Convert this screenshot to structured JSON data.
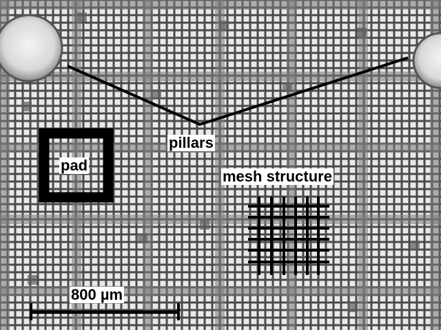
{
  "labels": {
    "pillars": "pillars",
    "pad": "pad",
    "mesh": "mesh structure",
    "scale_bar": "800 µm"
  },
  "colors": {
    "background": "#9a9a9a",
    "mesh_light": "#e9e9e9",
    "mesh_wire": "#4a4a4a",
    "annotation": "#000000",
    "label_background": "#ffffff"
  },
  "icons": [
    "pillar-left",
    "pillar-right",
    "pad-marker",
    "mesh-glyph",
    "scale-bar"
  ]
}
